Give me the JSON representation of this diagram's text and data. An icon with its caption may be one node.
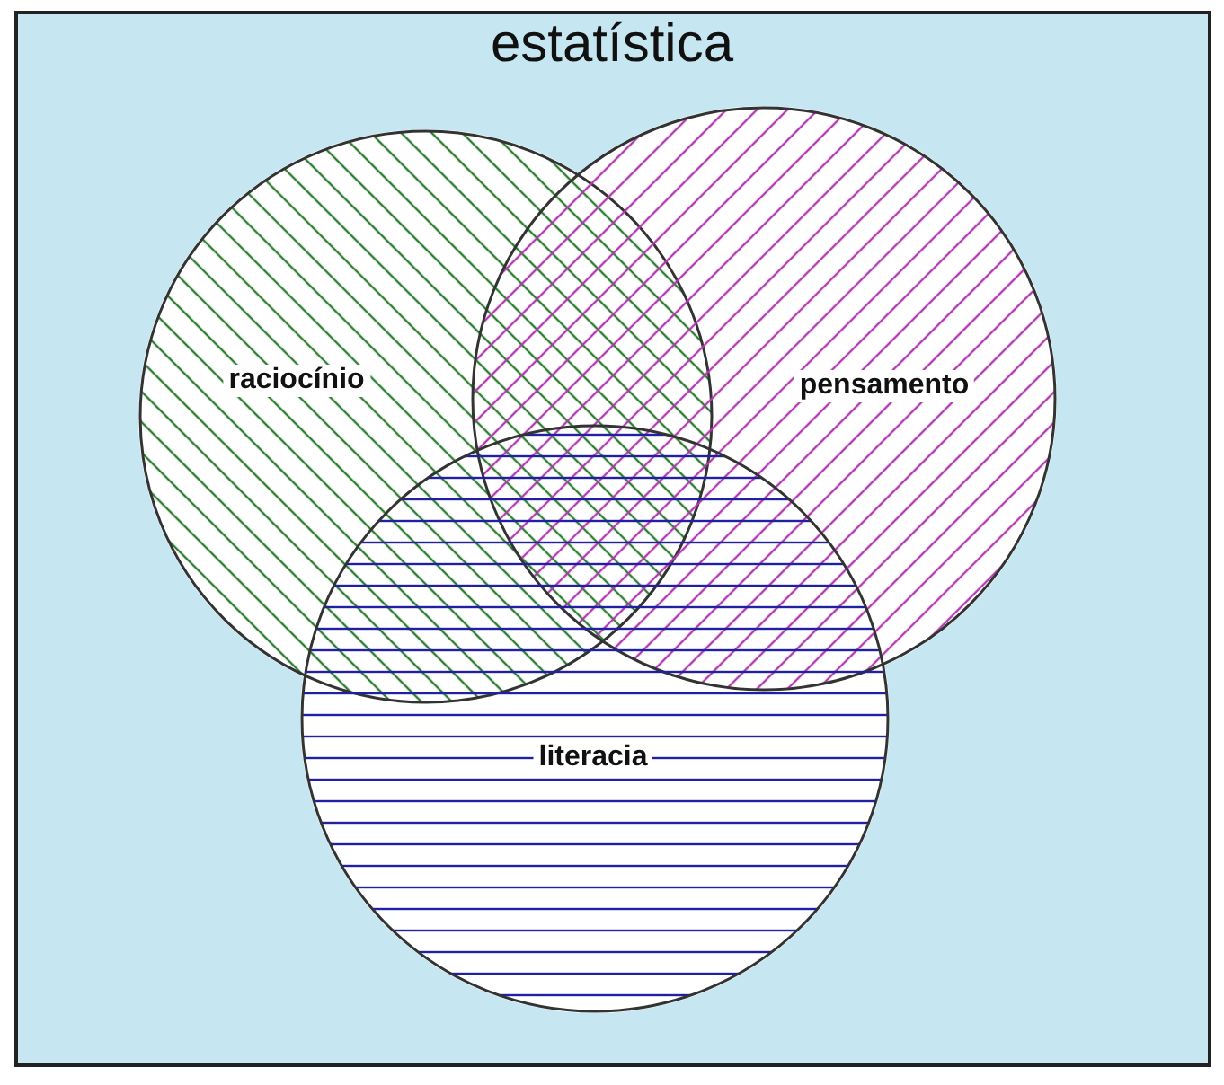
{
  "diagram": {
    "title": "estatística",
    "nodes": [
      {
        "text": [
          "raciocínio"
        ]
      },
      {
        "text": [
          "pensamento"
        ]
      },
      {
        "text": [
          "literacia"
        ]
      }
    ]
  }
}
